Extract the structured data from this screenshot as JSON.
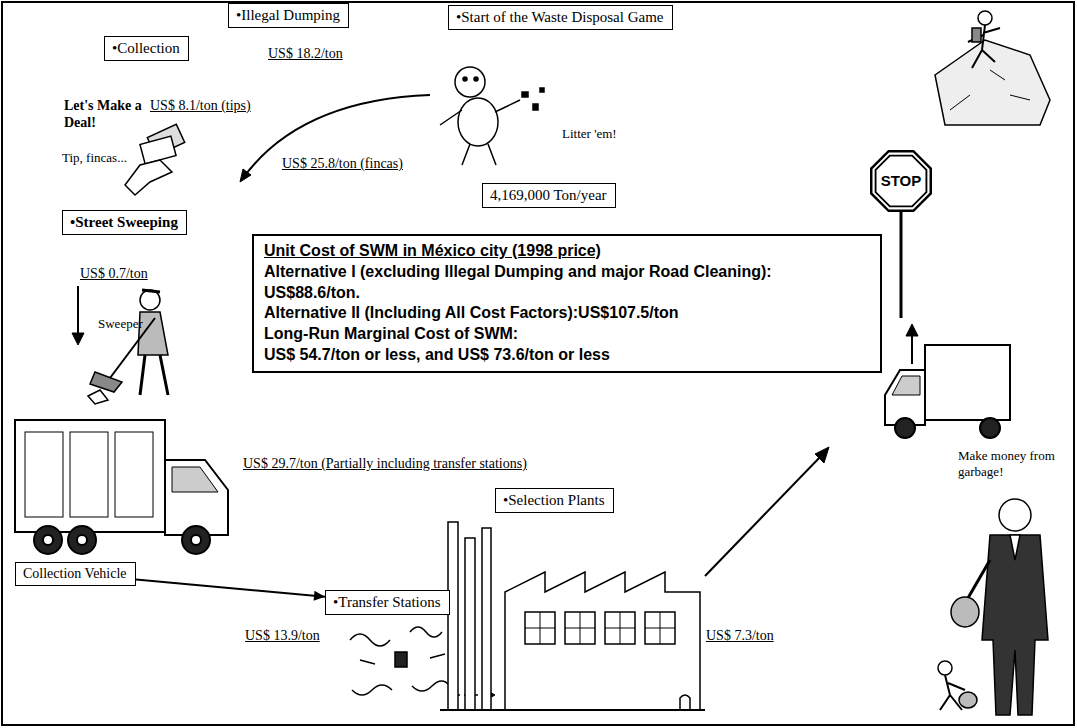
{
  "diagram": {
    "nodes": [
      {
        "text": [
          "•Illegal Dumping"
        ]
      },
      {
        "text": [
          "•Start of the Waste Disposal Game"
        ]
      },
      {
        "text": [
          "•Collection"
        ]
      },
      {
        "text": [
          "4,169,000 Ton/year"
        ]
      },
      {
        "text": [
          "•Street Sweeping"
        ]
      },
      {
        "text": [
          "Unit Cost of SWM in México city (1998 price)",
          "Alternative I (excluding Illegal Dumping and major Road Cleaning): US$88.6/ton.",
          "Alternative II (Including All Cost Factors):US$107.5/ton",
          "Long-Run Marginal Cost of SWM:",
          "US$ 54.7/ton or less, and US$ 73.6/ton or less"
        ]
      },
      {
        "text": [
          "STOP"
        ]
      },
      {
        "text": [
          "Collection Vehicle"
        ]
      },
      {
        "text": [
          "•Selection Plants"
        ]
      },
      {
        "text": [
          "•Transfer Stations"
        ]
      }
    ],
    "edges": [
      {
        "from": 7,
        "to": 9,
        "arrow": "to"
      }
    ],
    "labels": [
      "US$ 18.2/ton",
      "Let's Make a Deal!",
      "US$ 8.1/ton (tips)",
      "Tip, fincas...",
      "US$ 25.8/ton (fincas)",
      "Litter 'em!",
      "US$ 0.7/ton",
      "Sweeper",
      "US$ 29.7/ton (Partially including transfer stations)",
      "US$ 13.9/ton",
      "US$ 7.3/ton",
      "Make money from garbage!"
    ]
  }
}
